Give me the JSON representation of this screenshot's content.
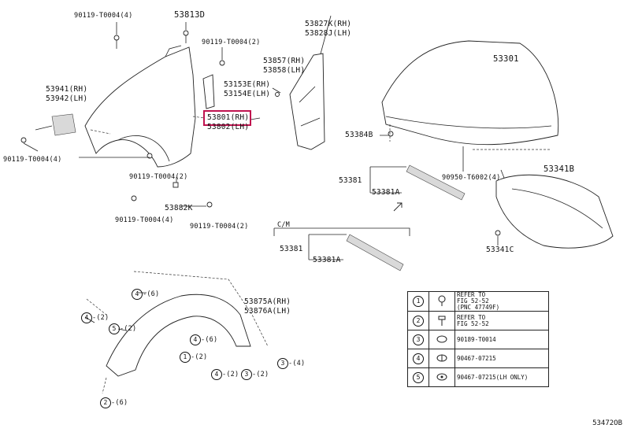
{
  "labels": {
    "p90119_top_left": "90119-T0004(4)",
    "p53813D": "53813D",
    "p90119_top_mid": "90119-T0004(2)",
    "p53827K": "53827K(RH)",
    "p53828J": "53828J(LH)",
    "p53857": "53857(RH)",
    "p53858": "53858(LH)",
    "p53301": "53301",
    "p53941": "53941(RH)",
    "p53942": "53942(LH)",
    "p53153E": "53153E(RH)",
    "p53154E": "53154E(LH)",
    "p53801": "53801(RH)",
    "p53802": "53802(LH)",
    "p53384B": "53384B",
    "p90119_left": "90119-T0004(4)",
    "p53381_a": "53381",
    "p53381A_a": "53381A",
    "p90950": "90950-T6002(4)",
    "p53341B": "53341B",
    "p90119_mid1": "90119-T0004(2)",
    "p53882K": "53882K",
    "p90119_mid2": "90119-T0004(4)",
    "p90119_mid3": "90119-T0004(2)",
    "p53341C": "53341C",
    "p53381_b": "53381",
    "p53381A_b": "53381A",
    "p53875A": "53875A(RH)",
    "p53876A": "53876A(LH)",
    "c4_6_a": "-(6)",
    "c4_2_a": "-(2)",
    "c5_2": "-(2)",
    "c4_6_b": "-(6)",
    "c1_2": "-(2)",
    "c4_2_b": "-(2)",
    "c3_2": "-(2)",
    "c3_4": "-(4)",
    "c2_6": "-(6)",
    "inset_mark": "C/M",
    "diagram_id": "53472OB"
  },
  "callouts": {
    "n1": "1",
    "n2": "2",
    "n3": "3",
    "n4": "4",
    "n5": "5"
  },
  "legend": [
    {
      "num": "1",
      "text1": "REFER TO",
      "text2": "FIG 52-52",
      "text3": "(PNC 47749F)"
    },
    {
      "num": "2",
      "text1": "REFER TO",
      "text2": "FIG 52-52",
      "text3": ""
    },
    {
      "num": "3",
      "text1": "90189-T0014",
      "text2": "",
      "text3": ""
    },
    {
      "num": "4",
      "text1": "90467-07215",
      "text2": "",
      "text3": ""
    },
    {
      "num": "5",
      "text1": "90467-07215(LH ONLY)",
      "text2": "",
      "text3": ""
    }
  ],
  "colors": {
    "highlight": "#c0134f",
    "ink": "#222222"
  }
}
